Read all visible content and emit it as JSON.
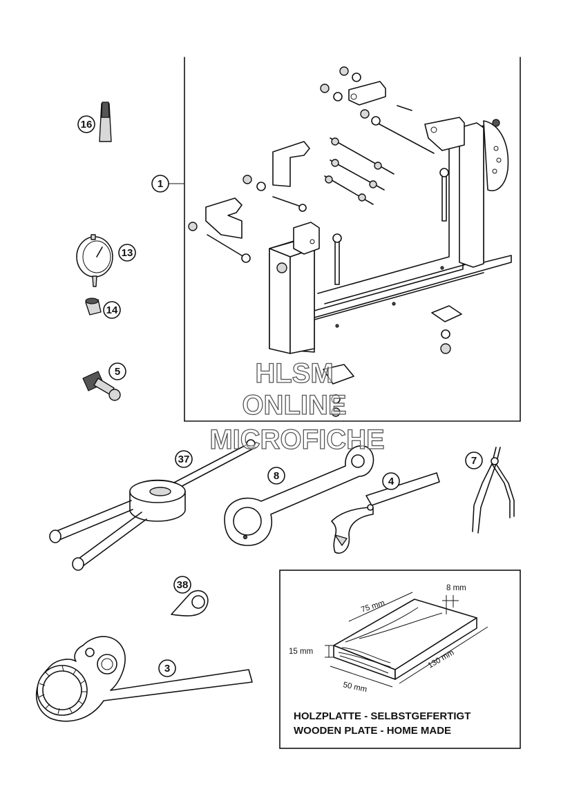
{
  "callouts": {
    "c1": "1",
    "c16": "16",
    "c13": "13",
    "c14": "14",
    "c5": "5",
    "c37": "37",
    "c8": "8",
    "c4": "4",
    "c7": "7",
    "c38": "38",
    "c3": "3"
  },
  "dimensions": {
    "width_8": "8 mm",
    "length_75": "75 mm",
    "thickness_15": "15 mm",
    "depth_50": "50 mm",
    "length_130": "130 mm"
  },
  "note": {
    "line1": "HOLZPLATTE - SELBSTGEFERTIGT",
    "line2": "WOODEN PLATE - HOME MADE"
  },
  "watermark": {
    "line1": "HLSM",
    "line2": "ONLINE",
    "line3": "MICROFICHE"
  }
}
